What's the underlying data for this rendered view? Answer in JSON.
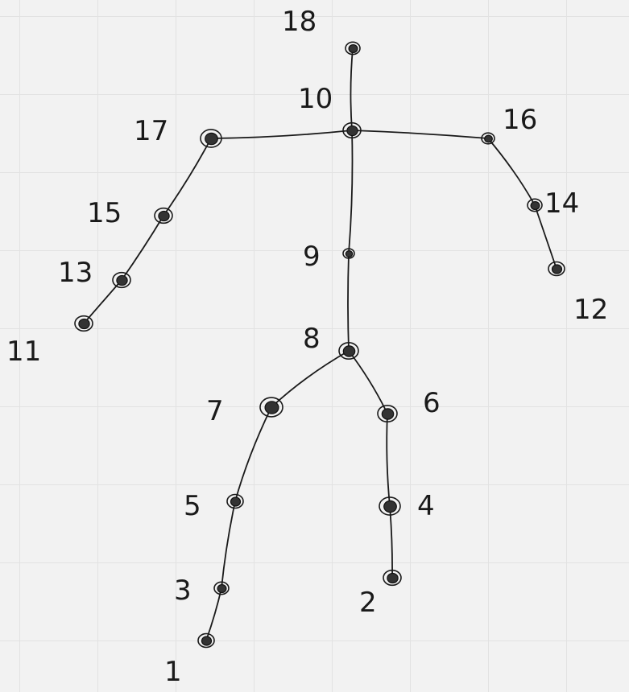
{
  "diagram": {
    "joints": [
      {
        "id": "1",
        "label": "1"
      },
      {
        "id": "2",
        "label": "2"
      },
      {
        "id": "3",
        "label": "3"
      },
      {
        "id": "4",
        "label": "4"
      },
      {
        "id": "5",
        "label": "5"
      },
      {
        "id": "6",
        "label": "6"
      },
      {
        "id": "7",
        "label": "7"
      },
      {
        "id": "8",
        "label": "8"
      },
      {
        "id": "9",
        "label": "9"
      },
      {
        "id": "10",
        "label": "10"
      },
      {
        "id": "11",
        "label": "11"
      },
      {
        "id": "12",
        "label": "12"
      },
      {
        "id": "13",
        "label": "13"
      },
      {
        "id": "14",
        "label": "14"
      },
      {
        "id": "15",
        "label": "15"
      },
      {
        "id": "16",
        "label": "16"
      },
      {
        "id": "17",
        "label": "17"
      },
      {
        "id": "18",
        "label": "18"
      }
    ],
    "bones": [
      [
        "18",
        "10"
      ],
      [
        "10",
        "17"
      ],
      [
        "10",
        "16"
      ],
      [
        "17",
        "15"
      ],
      [
        "15",
        "13"
      ],
      [
        "13",
        "11"
      ],
      [
        "16",
        "14"
      ],
      [
        "14",
        "12"
      ],
      [
        "10",
        "9"
      ],
      [
        "9",
        "8"
      ],
      [
        "8",
        "7"
      ],
      [
        "8",
        "6"
      ],
      [
        "7",
        "5"
      ],
      [
        "5",
        "3"
      ],
      [
        "3",
        "1"
      ],
      [
        "6",
        "4"
      ],
      [
        "4",
        "2"
      ]
    ],
    "stroke_color": "#1a1a1a",
    "background_color": "#f2f2f2",
    "grid_color": "#e2e2e2"
  }
}
